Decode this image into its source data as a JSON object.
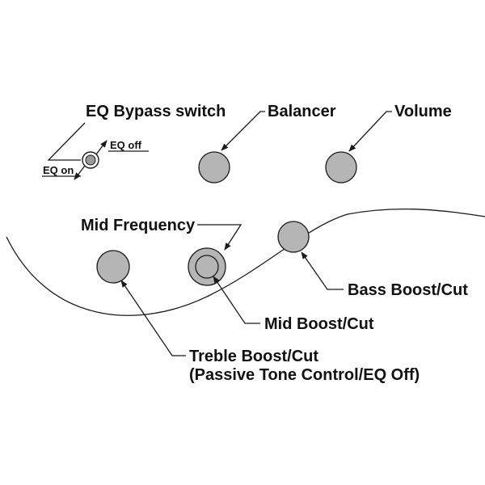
{
  "labels": {
    "eq_bypass_switch": "EQ Bypass switch",
    "eq_off": "EQ off",
    "eq_on": "EQ on",
    "balancer": "Balancer",
    "volume": "Volume",
    "mid_frequency": "Mid Frequency",
    "bass_boost_cut": "Bass Boost/Cut",
    "mid_boost_cut": "Mid Boost/Cut",
    "treble_boost_cut": "Treble Boost/Cut",
    "treble_note": "(Passive Tone Control/EQ Off)"
  },
  "colors": {
    "knob_fill": "#b5b5b5",
    "line": "#1a1a1a",
    "text": "#111111"
  }
}
